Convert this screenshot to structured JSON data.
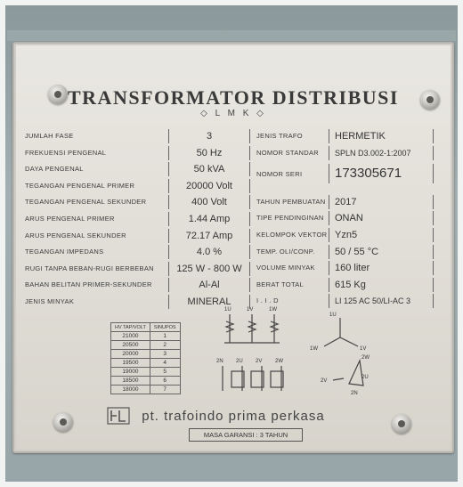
{
  "plate": {
    "title": "TRANSFORMATOR DISTRIBUSI",
    "brand_mark": "L M K",
    "manufacturer": "pt. trafoindo prima perkasa",
    "warranty": "MASA GARANSI : 3 TAHUN"
  },
  "left_rows": [
    {
      "label": "JUMLAH FASE",
      "value": "3"
    },
    {
      "label": "FREKUENSI PENGENAL",
      "value": "50 Hz"
    },
    {
      "label": "DAYA PENGENAL",
      "value": "50 kVA"
    },
    {
      "label": "TEGANGAN PENGENAL PRIMER",
      "value": "20000 Volt"
    },
    {
      "label": "TEGANGAN PENGENAL SEKUNDER",
      "value": "400 Volt"
    },
    {
      "label": "ARUS PENGENAL PRIMER",
      "value": "1.44 Amp"
    },
    {
      "label": "ARUS PENGENAL SEKUNDER",
      "value": "72.17 Amp"
    },
    {
      "label": "TEGANGAN IMPEDANS",
      "value": "4.0 %"
    },
    {
      "label": "RUGI TANPA BEBAN-RUGI BERBEBAN",
      "value": "125 W - 800 W"
    },
    {
      "label": "BAHAN BELITAN PRIMER-SEKUNDER",
      "value": "Al-Al"
    },
    {
      "label": "JENIS MINYAK",
      "value": "MINERAL"
    }
  ],
  "right_rows": [
    {
      "label": "JENIS TRAFO",
      "value": "HERMETIK"
    },
    {
      "label": "NOMOR STANDAR",
      "value": "SPLN D3.002-1:2007"
    },
    {
      "label": "NOMOR SERI",
      "value": "173305671"
    },
    {
      "label": "TAHUN PEMBUATAN",
      "value": "2017"
    },
    {
      "label": "TIPE PENDINGINAN",
      "value": "ONAN"
    },
    {
      "label": "KELOMPOK VEKTOR",
      "value": "Yzn5"
    },
    {
      "label": "TEMP. OLI/CONP.",
      "value": "50 / 55 °C"
    },
    {
      "label": "VOLUME MINYAK",
      "value": "160 liter"
    },
    {
      "label": "BERAT TOTAL",
      "value": "615 Kg"
    },
    {
      "label": "I . I . D",
      "value": "LI 125 AC 50/LI-AC 3"
    }
  ],
  "tap_table": {
    "headers": [
      "HV TAP/VOLT",
      "SINUPOS"
    ],
    "rows": [
      [
        "21000",
        "1"
      ],
      [
        "20500",
        "2"
      ],
      [
        "20000",
        "3"
      ],
      [
        "19500",
        "4"
      ],
      [
        "19000",
        "5"
      ],
      [
        "18500",
        "6"
      ],
      [
        "18000",
        "7"
      ]
    ]
  },
  "diagram": {
    "hv_terminals": [
      "1U",
      "1V",
      "1W"
    ],
    "lv_terminals": [
      "2N",
      "2U",
      "2V",
      "2W"
    ],
    "hv_vector": [
      "1U",
      "1W",
      "1V"
    ],
    "lv_vector": [
      "2W",
      "2V",
      "2U",
      "2N"
    ]
  }
}
